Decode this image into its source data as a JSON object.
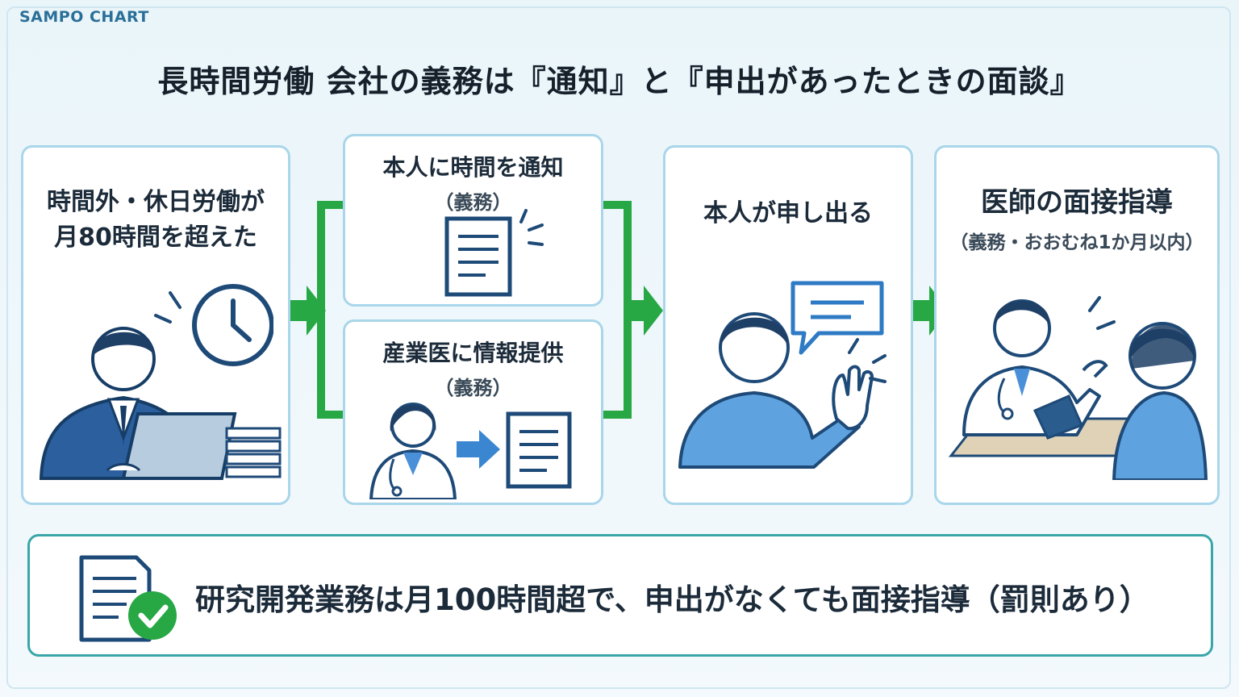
{
  "brand": "SAMPO CHART",
  "title": "長時間労働 会社の義務は『通知』と『申出があったときの面談』",
  "cards": {
    "overtime": {
      "line1": "時間外・休日労働が",
      "line2": "月80時間を超えた"
    },
    "notify": {
      "label": "本人に時間を通知",
      "sub": "（義務）"
    },
    "inform": {
      "label": "産業医に情報提供",
      "sub": "（義務）"
    },
    "request": {
      "label": "本人が申し出る"
    },
    "interview": {
      "label": "医師の面接指導",
      "sub": "（義務・おおむね1か月以内）"
    }
  },
  "bottom": {
    "text": "研究開発業務は月100時間超で、申出がなくても面接指導（罰則あり）"
  },
  "colors": {
    "arrow": "#27a844",
    "card_border": "#a9d6ea",
    "bottom_border": "#3aa6a8",
    "icon_navy": "#1e4a78",
    "icon_blue": "#4a90d9"
  },
  "icons": {
    "overtime": [
      "clock-icon",
      "worker-laptop-icon",
      "document-stack-icon"
    ],
    "notify": [
      "document-icon"
    ],
    "inform": [
      "doctor-icon",
      "arrow-right-icon",
      "document-icon"
    ],
    "request": [
      "speech-bubble-icon",
      "person-raising-hand-icon"
    ],
    "interview": [
      "doctor-consultation-icon"
    ],
    "bottom": [
      "document-check-icon"
    ]
  }
}
